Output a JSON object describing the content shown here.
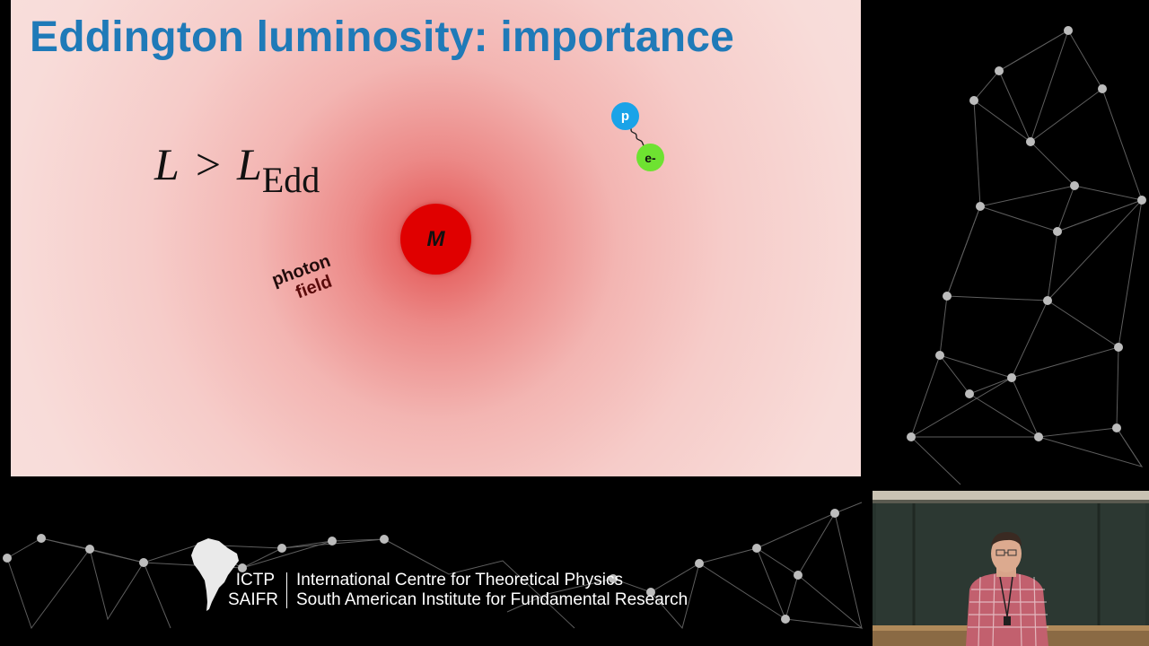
{
  "slide": {
    "title": "Eddington luminosity: importance",
    "equation": {
      "lhs": "L",
      "operator": ">",
      "rhs": "L",
      "rhs_subscript": "Edd"
    },
    "mass_label": "M",
    "photon_field_label": [
      "photon",
      "field"
    ],
    "proton_label": "p",
    "electron_label": "e-"
  },
  "footer": {
    "logo_abbr": [
      "ICTP",
      "SAIFR"
    ],
    "logo_full": [
      "International Centre for Theoretical Physics",
      "South American Institute for Fundamental Research"
    ]
  },
  "colors": {
    "title": "#1f7ab8",
    "mass": "#e00000",
    "proton": "#1aa3e8",
    "electron": "#6ee231",
    "background": "#000000"
  },
  "icons": {
    "logo": "south-america-map-icon",
    "network": "network-graph-decoration"
  }
}
